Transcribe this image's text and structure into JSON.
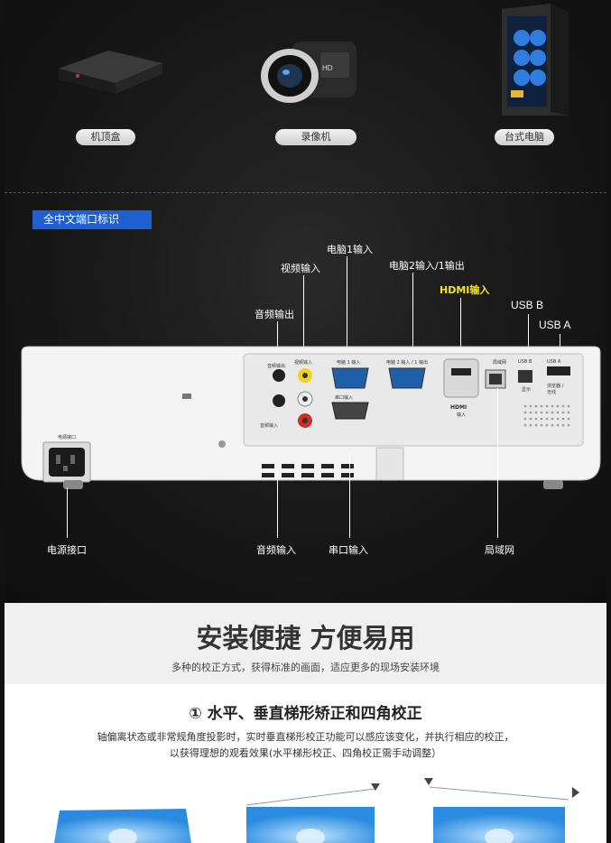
{
  "devices": {
    "set_top_box": "机顶盒",
    "camcorder": "录像机",
    "desktop_pc": "台式电脑",
    "camcorder_brand": "HD"
  },
  "ports_section": {
    "tag": "全中文端口标识",
    "callouts": {
      "pc1_in": "电脑1输入",
      "video_in": "视频输入",
      "pc2_in_out": "电脑2输入/1输出",
      "hdmi_in": "HDMI输入",
      "usb_b": "USB B",
      "usb_a": "USB A",
      "audio_out": "音频输出",
      "power": "电源接口",
      "audio_in": "音频输入",
      "serial_in": "串口输入",
      "lan": "局域网"
    },
    "panel_labels": {
      "audio_out": "音频输出",
      "video_in": "视频输入",
      "pc1_in": "电脑 1 输入",
      "pc2": "电脑 2 输入 / 1 输出",
      "lan": "局域网",
      "usb_b": "USB B",
      "usb_a": "USB A",
      "serial": "串口输入",
      "display": "显示",
      "browser": "浏览器 / 无线",
      "audio_in": "音频输入",
      "hdmi": "HDMI",
      "hdmi_in": "输入",
      "power": "电源接口"
    }
  },
  "install": {
    "title": "安装便捷 方便易用",
    "subtitle": "多种的校正方式，获得标准的画面，适应更多的现场安装环境"
  },
  "feature1": {
    "title": "① 水平、垂直梯形矫正和四角校正",
    "desc_line1": "轴偏离状态或非常规角度投影时，实时垂直梯形校正功能可以感应该变化，并执行相应的校正，",
    "desc_line2": "以获得理想的观看效果(水平梯形校正、四角校正需手动调整）"
  },
  "colors": {
    "tag_blue": "#1f5fd1",
    "hdmi_yellow": "#f5e31a",
    "screen_blue": "#2b8be0"
  }
}
